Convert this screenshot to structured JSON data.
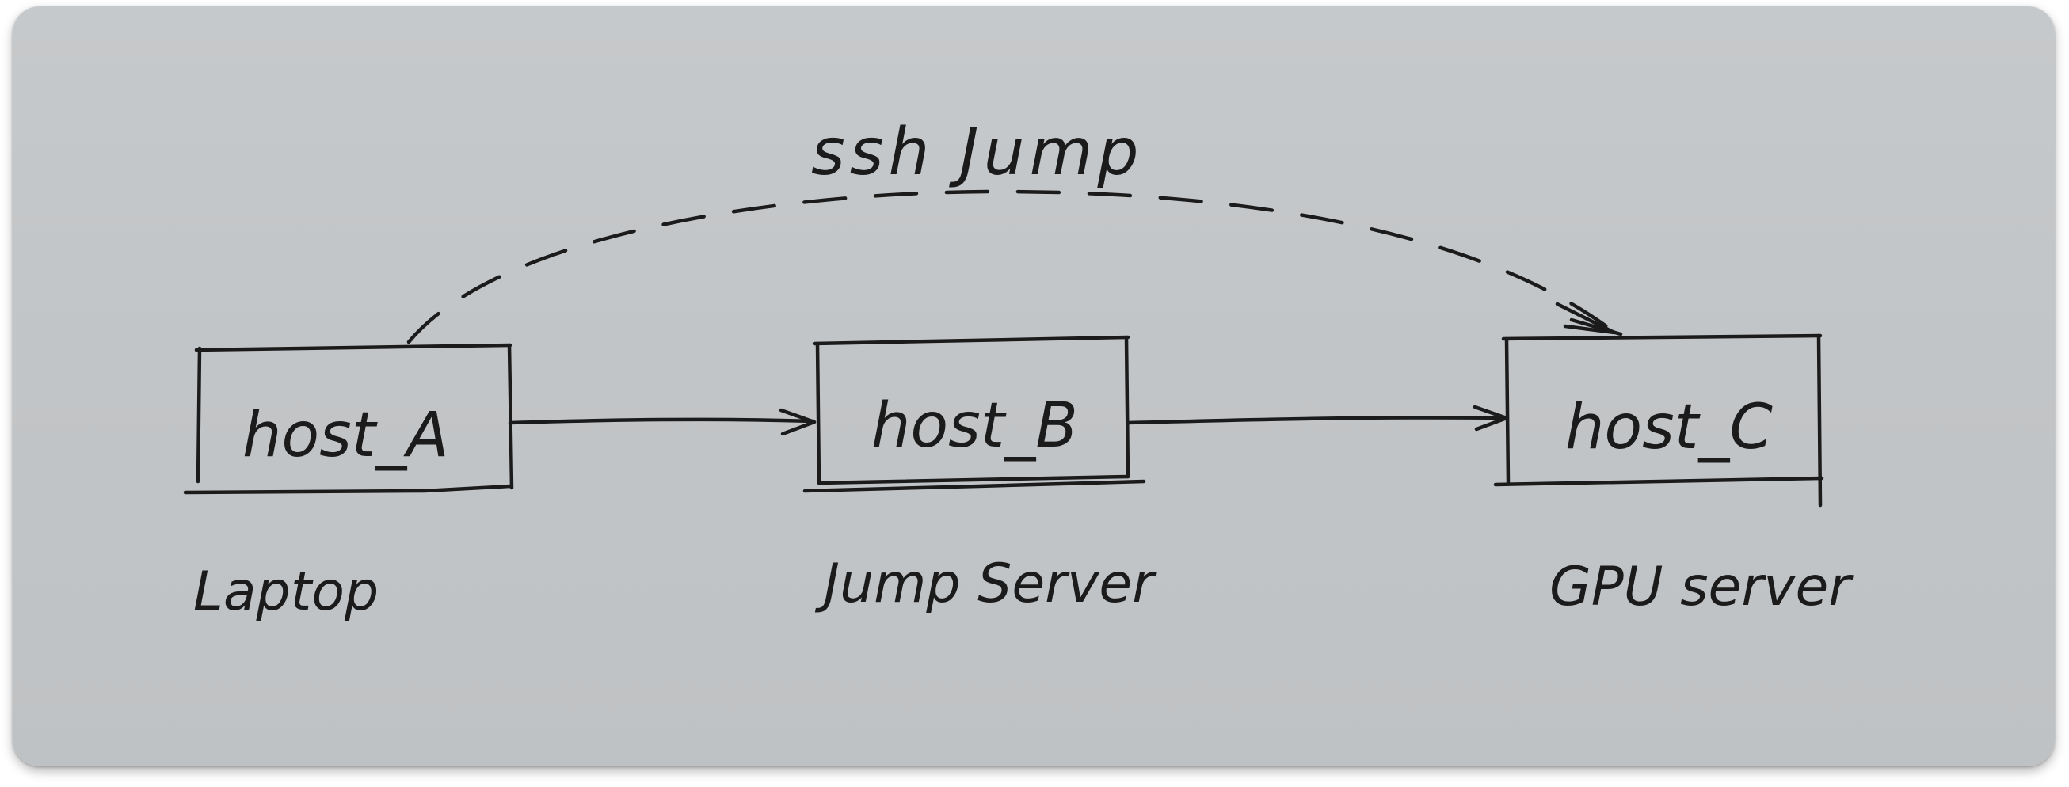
{
  "diagram": {
    "connection_label": "ssh Jump",
    "nodes": [
      {
        "id": "host_A",
        "label": "host_A",
        "role": "Laptop"
      },
      {
        "id": "host_B",
        "label": "host_B",
        "role": "Jump Server"
      },
      {
        "id": "host_C",
        "label": "host_C",
        "role": "GPU server"
      }
    ],
    "edges": [
      {
        "from": "host_A",
        "to": "host_B",
        "style": "solid"
      },
      {
        "from": "host_B",
        "to": "host_C",
        "style": "solid"
      },
      {
        "from": "host_A",
        "to": "host_C",
        "style": "dashed"
      }
    ],
    "colors": {
      "paper": "#c3c6c8",
      "ink": "#1b1b1b"
    }
  }
}
